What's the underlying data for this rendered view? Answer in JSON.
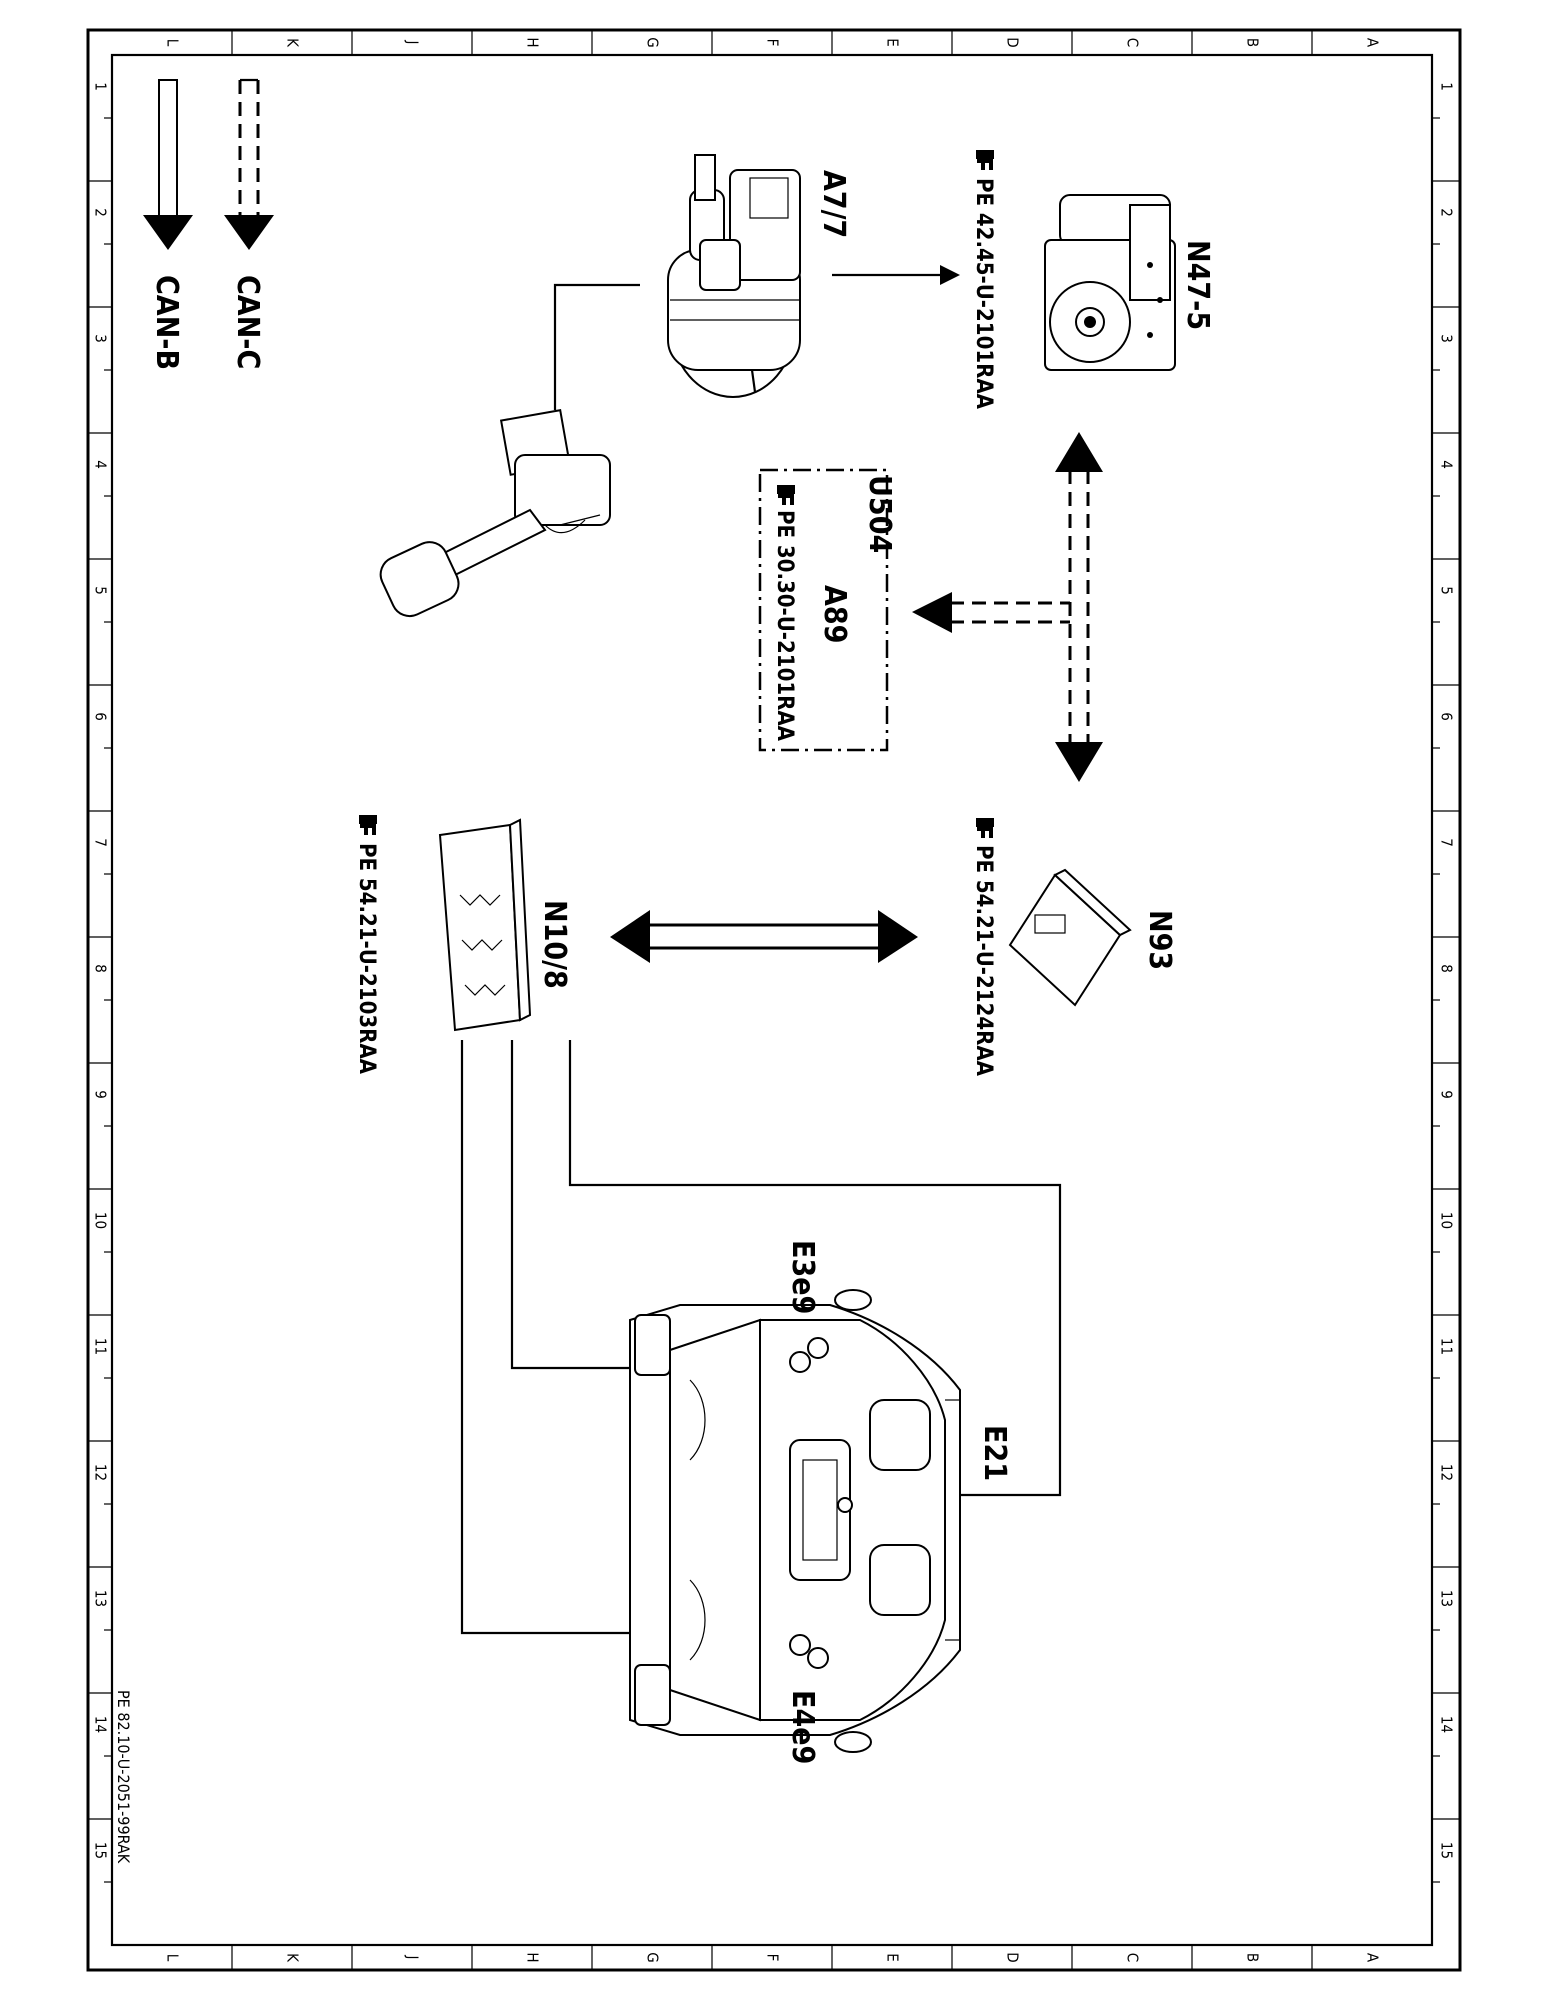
{
  "grid": {
    "rows": [
      "A",
      "B",
      "C",
      "D",
      "E",
      "F",
      "G",
      "H",
      "J",
      "K",
      "L"
    ],
    "columns": [
      "1",
      "2",
      "3",
      "4",
      "5",
      "6",
      "7",
      "8",
      "9",
      "10",
      "11",
      "12",
      "13",
      "14",
      "15"
    ]
  },
  "legend": {
    "can_c": "CAN-C",
    "can_b": "CAN-B"
  },
  "components": {
    "n47_5": {
      "label": "N47-5",
      "ref": "PE 42.45-U-2101RAA"
    },
    "a7_7": {
      "label": "A7/7"
    },
    "u504_a89": {
      "label_top": "U504",
      "label": "A89",
      "ref": "PE 30.30-U-2101RAA"
    },
    "n93": {
      "label": "N93",
      "ref": "PE 54.21-U-2124RAA"
    },
    "n10_8": {
      "label": "N10/8",
      "ref": "PE 54.21-U-2103RAA"
    },
    "e21": {
      "label": "E21"
    },
    "e3e9": {
      "label": "E3e9"
    },
    "e4e9": {
      "label": "E4e9"
    }
  },
  "footer": {
    "doc_id": "PE 82.10-U-2051-99RAK"
  },
  "icons": [
    "pointing-hand-icon"
  ]
}
